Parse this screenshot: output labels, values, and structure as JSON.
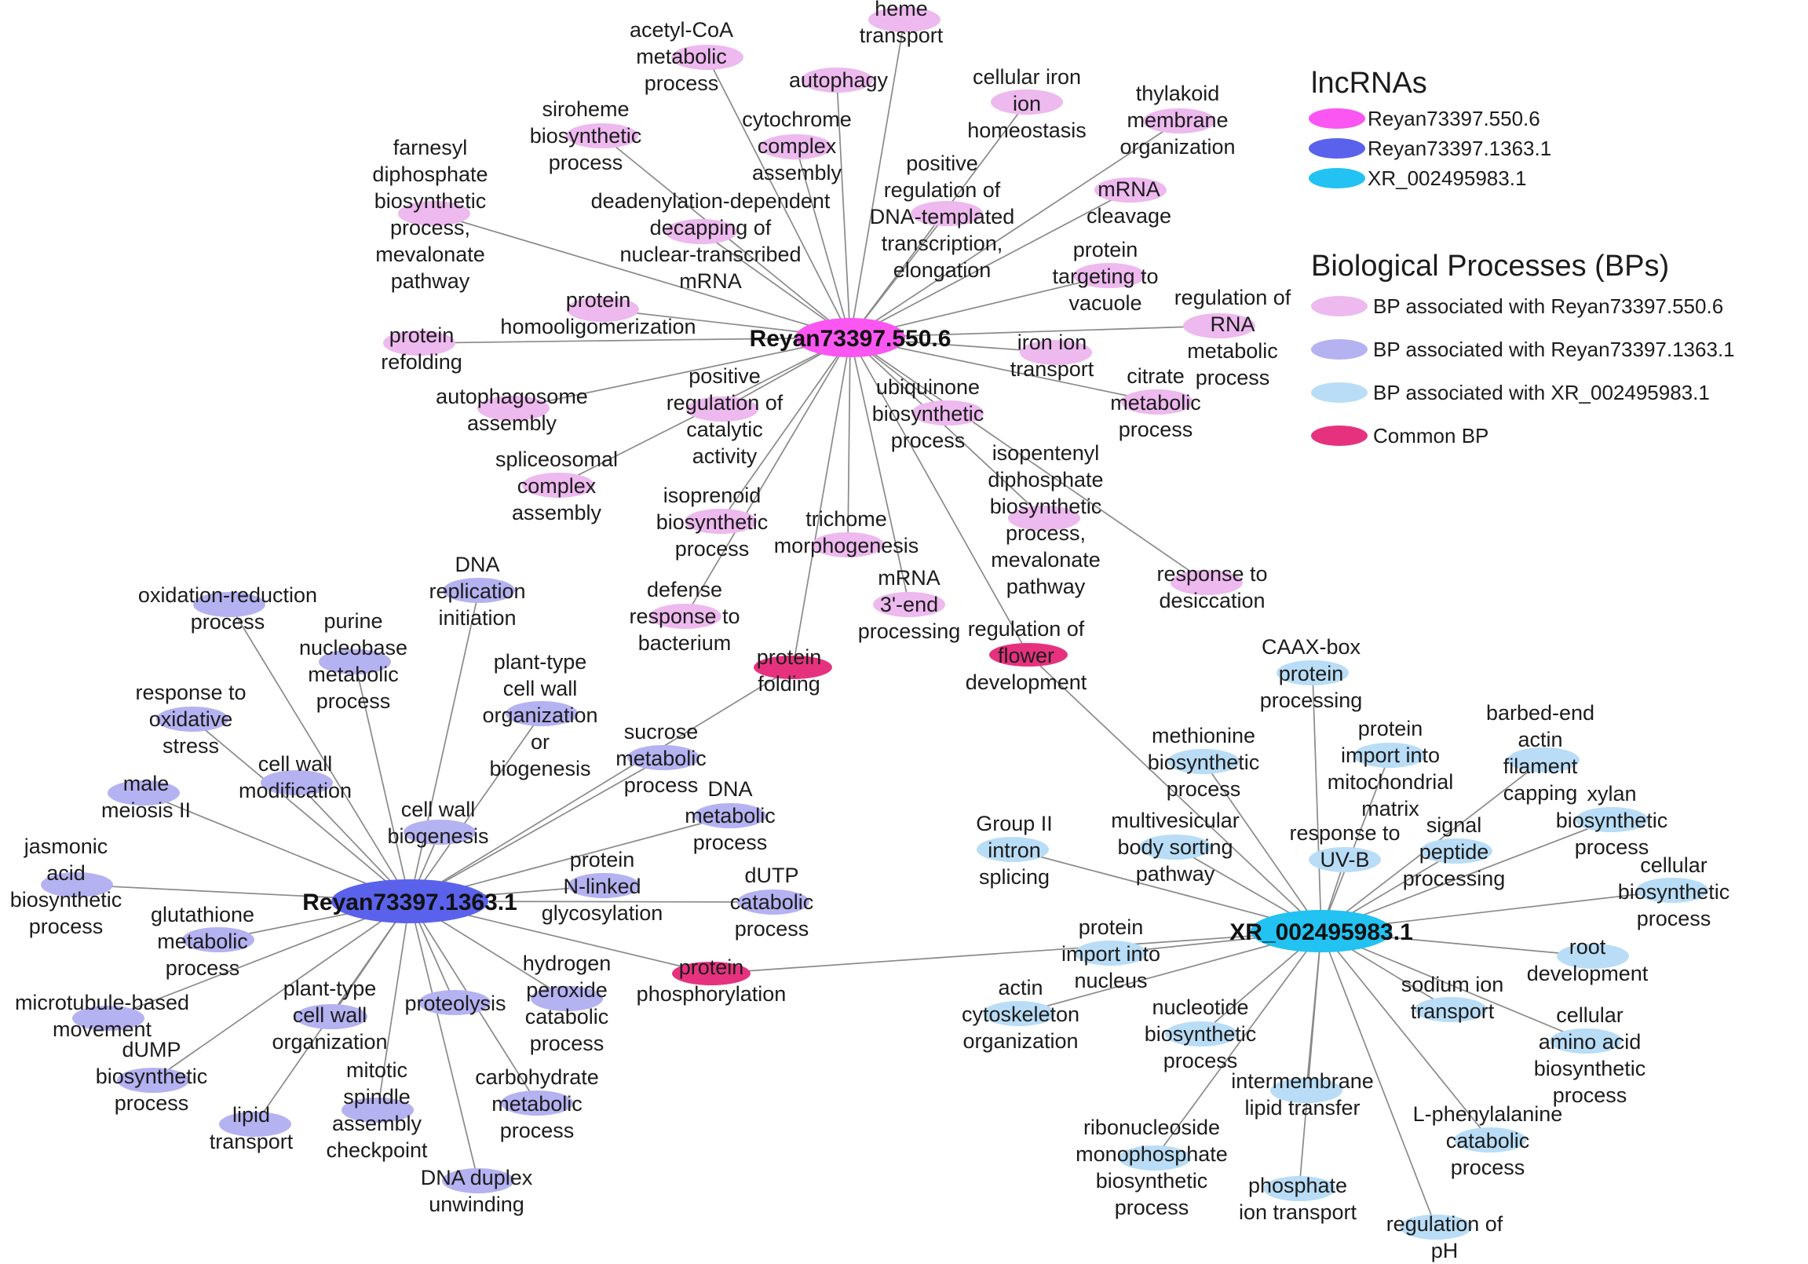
{
  "colors": {
    "hub_550": "#fb55f2",
    "hub_1363": "#5a62ec",
    "hub_xr": "#22c2f2",
    "bp_550": "#edb9ee",
    "bp_1363": "#b5b2f2",
    "bp_xr": "#b9ddf6",
    "common": "#e6327e"
  },
  "hubs": [
    {
      "id": "h550",
      "label": "Reyan73397.550.6",
      "group": "hub_550"
    },
    {
      "id": "h1363",
      "label": "Reyan73397.1363.1",
      "group": "hub_1363"
    },
    {
      "id": "hxr",
      "label": "XR_002495983.1",
      "group": "hub_xr"
    }
  ],
  "nodes": [
    {
      "id": "a1",
      "hub": "h550",
      "group": "bp_550",
      "lines": [
        "heme",
        "transport"
      ]
    },
    {
      "id": "a2",
      "hub": "h550",
      "group": "bp_550",
      "lines": [
        "acetyl-CoA",
        "metabolic",
        "process"
      ]
    },
    {
      "id": "a3",
      "hub": "h550",
      "group": "bp_550",
      "lines": [
        "autophagy"
      ]
    },
    {
      "id": "a4",
      "hub": "h550",
      "group": "bp_550",
      "lines": [
        "cellular iron",
        "ion",
        "homeostasis"
      ]
    },
    {
      "id": "a5",
      "hub": "h550",
      "group": "bp_550",
      "lines": [
        "thylakoid",
        "membrane",
        "organization"
      ]
    },
    {
      "id": "a6",
      "hub": "h550",
      "group": "bp_550",
      "lines": [
        "siroheme",
        "biosynthetic",
        "process"
      ]
    },
    {
      "id": "a7",
      "hub": "h550",
      "group": "bp_550",
      "lines": [
        "cytochrome",
        "complex",
        "assembly"
      ]
    },
    {
      "id": "a8",
      "hub": "h550",
      "group": "bp_550",
      "lines": [
        "farnesyl",
        "diphosphate",
        "biosynthetic",
        "process,",
        "mevalonate",
        "pathway"
      ]
    },
    {
      "id": "a9",
      "hub": "h550",
      "group": "bp_550",
      "lines": [
        "deadenylation-dependent",
        "decapping of",
        "nuclear-transcribed",
        "mRNA"
      ]
    },
    {
      "id": "a10",
      "hub": "h550",
      "group": "bp_550",
      "lines": [
        "positive",
        "regulation of",
        "DNA-templated",
        "transcription,",
        "elongation"
      ]
    },
    {
      "id": "a11",
      "hub": "h550",
      "group": "bp_550",
      "lines": [
        "mRNA",
        "cleavage"
      ]
    },
    {
      "id": "a12",
      "hub": "h550",
      "group": "bp_550",
      "lines": [
        "protein",
        "targeting to",
        "vacuole"
      ]
    },
    {
      "id": "a13",
      "hub": "h550",
      "group": "bp_550",
      "lines": [
        "protein",
        "homooligomerization"
      ]
    },
    {
      "id": "a14",
      "hub": "h550",
      "group": "bp_550",
      "lines": [
        "regulation of",
        "RNA",
        "metabolic",
        "process"
      ]
    },
    {
      "id": "a15",
      "hub": "h550",
      "group": "bp_550",
      "lines": [
        "protein",
        "refolding"
      ]
    },
    {
      "id": "a16",
      "hub": "h550",
      "group": "bp_550",
      "lines": [
        "iron ion",
        "transport"
      ]
    },
    {
      "id": "a17",
      "hub": "h550",
      "group": "bp_550",
      "lines": [
        "citrate",
        "metabolic",
        "process"
      ]
    },
    {
      "id": "a18",
      "hub": "h550",
      "group": "bp_550",
      "lines": [
        "autophagosome",
        "assembly"
      ]
    },
    {
      "id": "a19",
      "hub": "h550",
      "group": "bp_550",
      "lines": [
        "positive",
        "regulation of",
        "catalytic",
        "activity"
      ]
    },
    {
      "id": "a20",
      "hub": "h550",
      "group": "bp_550",
      "lines": [
        "ubiquinone",
        "biosynthetic",
        "process"
      ]
    },
    {
      "id": "a21",
      "hub": "h550",
      "group": "bp_550",
      "lines": [
        "spliceosomal",
        "complex",
        "assembly"
      ]
    },
    {
      "id": "a22",
      "hub": "h550",
      "group": "bp_550",
      "lines": [
        "isopentenyl",
        "diphosphate",
        "biosynthetic",
        "process,",
        "mevalonate",
        "pathway"
      ]
    },
    {
      "id": "a23",
      "hub": "h550",
      "group": "bp_550",
      "lines": [
        "isoprenoid",
        "biosynthetic",
        "process"
      ]
    },
    {
      "id": "a24",
      "hub": "h550",
      "group": "bp_550",
      "lines": [
        "trichome",
        "morphogenesis"
      ]
    },
    {
      "id": "a25",
      "hub": "h550",
      "group": "bp_550",
      "lines": [
        "response to",
        "desiccation"
      ]
    },
    {
      "id": "a26",
      "hub": "h550",
      "group": "bp_550",
      "lines": [
        "defense",
        "response to",
        "bacterium"
      ]
    },
    {
      "id": "a27",
      "hub": "h550",
      "group": "bp_550",
      "lines": [
        "mRNA",
        "3'-end",
        "processing"
      ]
    },
    {
      "id": "c1",
      "hub": "h550,h1363",
      "group": "common",
      "lines": [
        "protein",
        "folding"
      ]
    },
    {
      "id": "c2",
      "hub": "h550,hxr",
      "group": "common",
      "lines": [
        "regulation of",
        "flower",
        "development"
      ]
    },
    {
      "id": "c3",
      "hub": "h1363,hxr",
      "group": "common",
      "lines": [
        "protein",
        "phosphorylation"
      ]
    },
    {
      "id": "b1",
      "hub": "h1363",
      "group": "bp_1363",
      "lines": [
        "oxidation-reduction",
        "process"
      ]
    },
    {
      "id": "b2",
      "hub": "h1363",
      "group": "bp_1363",
      "lines": [
        "DNA",
        "replication",
        "initiation"
      ]
    },
    {
      "id": "b3",
      "hub": "h1363",
      "group": "bp_1363",
      "lines": [
        "purine",
        "nucleobase",
        "metabolic",
        "process"
      ]
    },
    {
      "id": "b4",
      "hub": "h1363",
      "group": "bp_1363",
      "lines": [
        "plant-type",
        "cell wall",
        "organization",
        "or",
        "biogenesis"
      ]
    },
    {
      "id": "b5",
      "hub": "h1363",
      "group": "bp_1363",
      "lines": [
        "response to",
        "oxidative",
        "stress"
      ]
    },
    {
      "id": "b6",
      "hub": "h1363",
      "group": "bp_1363",
      "lines": [
        "sucrose",
        "metabolic",
        "process"
      ]
    },
    {
      "id": "b7",
      "hub": "h1363",
      "group": "bp_1363",
      "lines": [
        "cell wall",
        "modification"
      ]
    },
    {
      "id": "b8",
      "hub": "h1363",
      "group": "bp_1363",
      "lines": [
        "male",
        "meiosis II"
      ]
    },
    {
      "id": "b9",
      "hub": "h1363",
      "group": "bp_1363",
      "lines": [
        "DNA",
        "metabolic",
        "process"
      ]
    },
    {
      "id": "b10",
      "hub": "h1363",
      "group": "bp_1363",
      "lines": [
        "cell wall",
        "biogenesis"
      ]
    },
    {
      "id": "b11",
      "hub": "h1363",
      "group": "bp_1363",
      "lines": [
        "jasmonic",
        "acid",
        "biosynthetic",
        "process"
      ]
    },
    {
      "id": "b12",
      "hub": "h1363",
      "group": "bp_1363",
      "lines": [
        "protein",
        "N-linked",
        "glycosylation"
      ]
    },
    {
      "id": "b13",
      "hub": "h1363",
      "group": "bp_1363",
      "lines": [
        "dUTP",
        "catabolic",
        "process"
      ]
    },
    {
      "id": "b14",
      "hub": "h1363",
      "group": "bp_1363",
      "lines": [
        "glutathione",
        "metabolic",
        "process"
      ]
    },
    {
      "id": "b15",
      "hub": "h1363",
      "group": "bp_1363",
      "lines": [
        "hydrogen",
        "peroxide",
        "catabolic",
        "process"
      ]
    },
    {
      "id": "b16",
      "hub": "h1363",
      "group": "bp_1363",
      "lines": [
        "microtubule-based",
        "movement"
      ]
    },
    {
      "id": "b17",
      "hub": "h1363",
      "group": "bp_1363",
      "lines": [
        "plant-type",
        "cell wall",
        "organization"
      ]
    },
    {
      "id": "b18",
      "hub": "h1363",
      "group": "bp_1363",
      "lines": [
        "proteolysis"
      ]
    },
    {
      "id": "b19",
      "hub": "h1363",
      "group": "bp_1363",
      "lines": [
        "dUMP",
        "biosynthetic",
        "process"
      ]
    },
    {
      "id": "b20",
      "hub": "h1363",
      "group": "bp_1363",
      "lines": [
        "mitotic",
        "spindle",
        "assembly",
        "checkpoint"
      ]
    },
    {
      "id": "b21",
      "hub": "h1363",
      "group": "bp_1363",
      "lines": [
        "carbohydrate",
        "metabolic",
        "process"
      ]
    },
    {
      "id": "b22",
      "hub": "h1363",
      "group": "bp_1363",
      "lines": [
        "lipid",
        "transport"
      ]
    },
    {
      "id": "b23",
      "hub": "h1363",
      "group": "bp_1363",
      "lines": [
        "DNA duplex",
        "unwinding"
      ]
    },
    {
      "id": "x1",
      "hub": "hxr",
      "group": "bp_xr",
      "lines": [
        "CAAX-box",
        "protein",
        "processing"
      ]
    },
    {
      "id": "x2",
      "hub": "hxr",
      "group": "bp_xr",
      "lines": [
        "barbed-end",
        "actin",
        "filament",
        "capping"
      ]
    },
    {
      "id": "x3",
      "hub": "hxr",
      "group": "bp_xr",
      "lines": [
        "methionine",
        "biosynthetic",
        "process"
      ]
    },
    {
      "id": "x4",
      "hub": "hxr",
      "group": "bp_xr",
      "lines": [
        "protein",
        "import into",
        "mitochondrial",
        "matrix"
      ]
    },
    {
      "id": "x5",
      "hub": "hxr",
      "group": "bp_xr",
      "lines": [
        "xylan",
        "biosynthetic",
        "process"
      ]
    },
    {
      "id": "x6",
      "hub": "hxr",
      "group": "bp_xr",
      "lines": [
        "multivesicular",
        "body sorting",
        "pathway"
      ]
    },
    {
      "id": "x7",
      "hub": "hxr",
      "group": "bp_xr",
      "lines": [
        "Group II",
        "intron",
        "splicing"
      ]
    },
    {
      "id": "x8",
      "hub": "hxr",
      "group": "bp_xr",
      "lines": [
        "response to",
        "UV-B"
      ]
    },
    {
      "id": "x9",
      "hub": "hxr",
      "group": "bp_xr",
      "lines": [
        "signal",
        "peptide",
        "processing"
      ]
    },
    {
      "id": "x10",
      "hub": "hxr",
      "group": "bp_xr",
      "lines": [
        "cellular",
        "biosynthetic",
        "process"
      ]
    },
    {
      "id": "x11",
      "hub": "hxr",
      "group": "bp_xr",
      "lines": [
        "protein",
        "import into",
        "nucleus"
      ]
    },
    {
      "id": "x12",
      "hub": "hxr",
      "group": "bp_xr",
      "lines": [
        "root",
        "development"
      ]
    },
    {
      "id": "x13",
      "hub": "hxr",
      "group": "bp_xr",
      "lines": [
        "actin",
        "cytoskeleton",
        "organization"
      ]
    },
    {
      "id": "x14",
      "hub": "hxr",
      "group": "bp_xr",
      "lines": [
        "nucleotide",
        "biosynthetic",
        "process"
      ]
    },
    {
      "id": "x15",
      "hub": "hxr",
      "group": "bp_xr",
      "lines": [
        "sodium ion",
        "transport"
      ]
    },
    {
      "id": "x16",
      "hub": "hxr",
      "group": "bp_xr",
      "lines": [
        "cellular",
        "amino acid",
        "biosynthetic",
        "process"
      ]
    },
    {
      "id": "x17",
      "hub": "hxr",
      "group": "bp_xr",
      "lines": [
        "intermembrane",
        "lipid transfer"
      ]
    },
    {
      "id": "x18",
      "hub": "hxr",
      "group": "bp_xr",
      "lines": [
        "ribonucleoside",
        "monophosphate",
        "biosynthetic",
        "process"
      ]
    },
    {
      "id": "x19",
      "hub": "hxr",
      "group": "bp_xr",
      "lines": [
        "L-phenylalanine",
        "catabolic",
        "process"
      ]
    },
    {
      "id": "x20",
      "hub": "hxr",
      "group": "bp_xr",
      "lines": [
        "phosphate",
        "ion transport"
      ]
    },
    {
      "id": "x21",
      "hub": "hxr",
      "group": "bp_xr",
      "lines": [
        "regulation of",
        "pH"
      ]
    }
  ],
  "legend": {
    "lnc_title": "lncRNAs",
    "lnc_items": [
      {
        "label": "Reyan73397.550.6",
        "group": "hub_550"
      },
      {
        "label": "Reyan73397.1363.1",
        "group": "hub_1363"
      },
      {
        "label": "XR_002495983.1",
        "group": "hub_xr"
      }
    ],
    "bp_title": "Biological Processes (BPs)",
    "bp_items": [
      {
        "label": "BP associated with Reyan73397.550.6",
        "group": "bp_550"
      },
      {
        "label": "BP associated with Reyan73397.1363.1",
        "group": "bp_1363"
      },
      {
        "label": "BP associated with XR_002495983.1",
        "group": "bp_xr"
      },
      {
        "label": "Common BP",
        "group": "common"
      }
    ]
  }
}
